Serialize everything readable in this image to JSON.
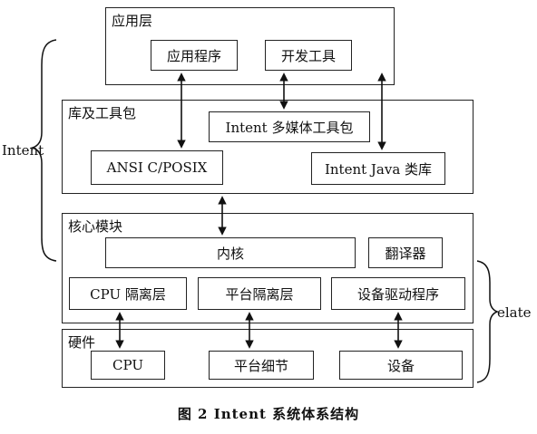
{
  "layers": {
    "application": {
      "title": "应用层",
      "boxes": {
        "apps": "应用程序",
        "dev_tools": "开发工具"
      }
    },
    "library": {
      "title": "库及工具包",
      "boxes": {
        "multimedia": "Intent 多媒体工具包",
        "ansi": "ANSI C/POSIX",
        "java": "Intent Java 类库"
      }
    },
    "core": {
      "title": "核心模块",
      "boxes": {
        "kernel": "内核",
        "translator": "翻译器",
        "cpu_isolation": "CPU 隔离层",
        "platform_isolation": "平台隔离层",
        "device_driver": "设备驱动程序"
      }
    },
    "hardware": {
      "title": "硬件",
      "boxes": {
        "cpu": "CPU",
        "platform_details": "平台细节",
        "devices": "设备"
      }
    }
  },
  "brackets": {
    "left_label": "Intent",
    "right_label": "elate"
  },
  "caption": "图 2    Intent 系统体系结构"
}
